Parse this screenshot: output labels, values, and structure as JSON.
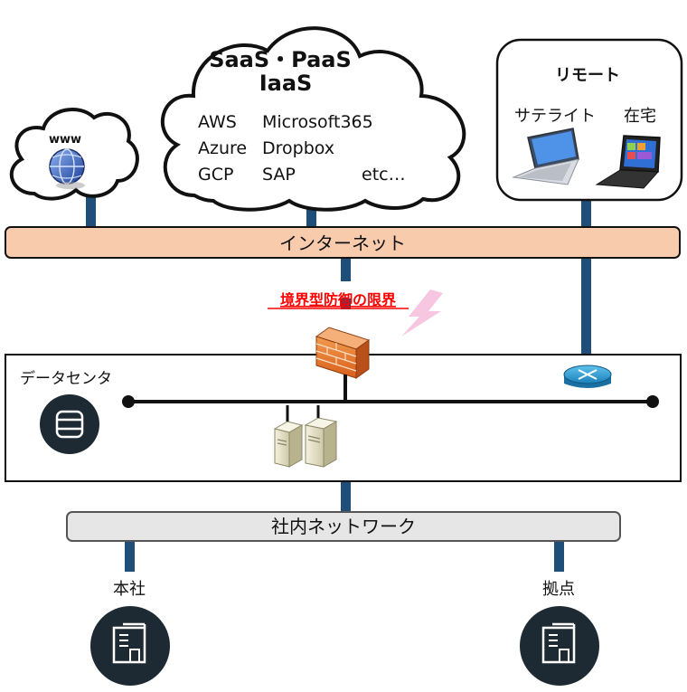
{
  "cloud": {
    "title_line1": "SaaS・PaaS",
    "title_line2": "IaaS",
    "services": [
      "AWS",
      "Microsoft365",
      "Azure",
      "Dropbox",
      "GCP",
      "SAP",
      "etc…"
    ]
  },
  "www": {
    "label": "www"
  },
  "remote": {
    "title": "リモート",
    "satellite_label": "サテライト",
    "home_label": "在宅"
  },
  "internet": {
    "label": "インターネット"
  },
  "warning": {
    "label": "境界型防御の限界"
  },
  "datacenter": {
    "label": "データセンタ"
  },
  "intranet": {
    "label": "社内ネットワーク"
  },
  "head_office": {
    "label": "本社"
  },
  "branch": {
    "label": "拠点"
  },
  "colors": {
    "link_line": "#1f4e79",
    "internet_bar": "#f8cbad",
    "intranet_bar": "#e7e6e6",
    "warning_text": "#ff0000",
    "dark_circle": "#1e2a33",
    "firewall": "#e8742b"
  }
}
